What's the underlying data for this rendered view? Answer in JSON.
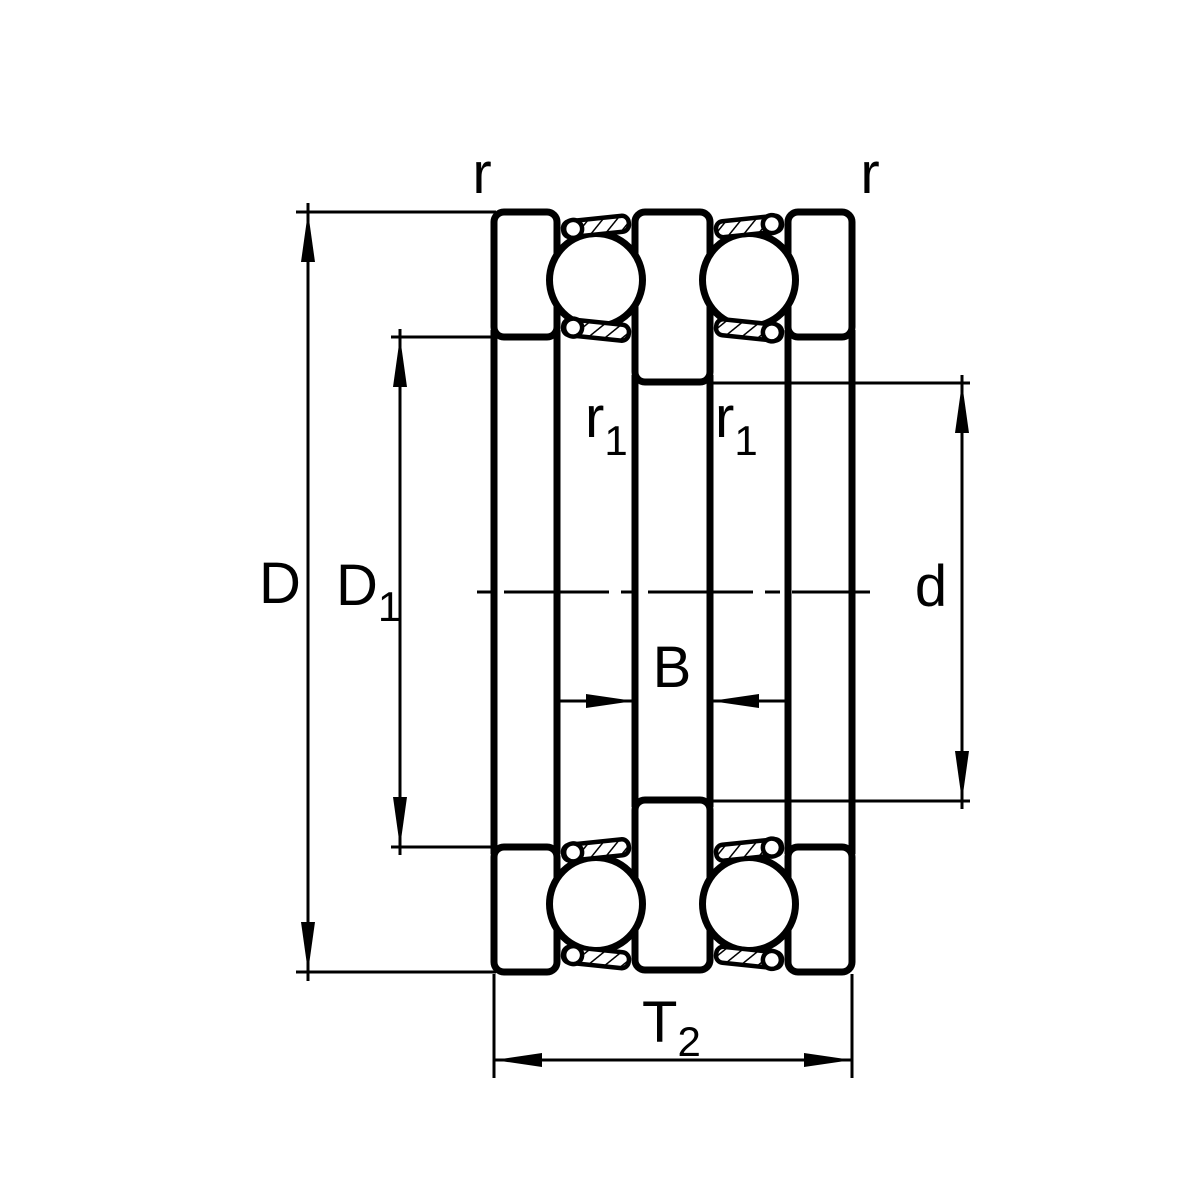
{
  "labels": {
    "radius_top_left": "r",
    "radius_top_right": "r",
    "radius_inner_left": {
      "base": "r",
      "sub": "1"
    },
    "radius_inner_right": {
      "base": "r",
      "sub": "1"
    },
    "outer_diameter": "D",
    "housing_washer_bore": {
      "base": "D",
      "sub": "1"
    },
    "shaft_diameter": "d",
    "shaft_washer_width": "B",
    "total_height": {
      "base": "T",
      "sub": "2"
    }
  },
  "colors": {
    "line": "#000000",
    "background": "#ffffff"
  }
}
